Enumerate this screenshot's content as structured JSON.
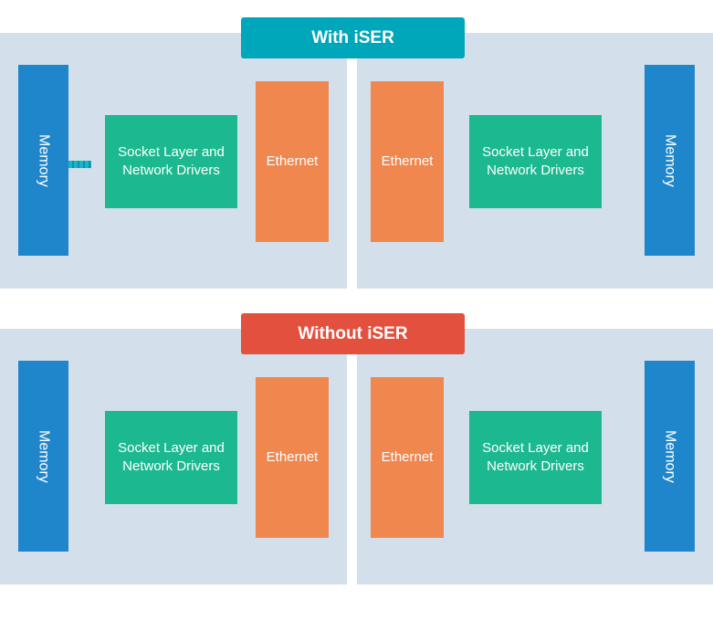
{
  "colors": {
    "panel": "#d3dfea",
    "memory": "#1f86cc",
    "socket": "#1cb88f",
    "ethernet": "#f0874f",
    "with_banner": "#00a6b9",
    "without_banner": "#e4503e",
    "connector": "#16b5c8"
  },
  "with_iser": {
    "title": "With iSER",
    "left": {
      "memory": "Memory",
      "socket": "Socket Layer and Network Drivers",
      "ethernet": "Ethernet"
    },
    "right": {
      "memory": "Memory",
      "socket": "Socket Layer and Network Drivers",
      "ethernet": "Ethernet"
    }
  },
  "without_iser": {
    "title": "Without iSER",
    "left": {
      "memory": "Memory",
      "socket": "Socket Layer and Network Drivers",
      "ethernet": "Ethernet"
    },
    "right": {
      "memory": "Memory",
      "socket": "Socket Layer and Network Drivers",
      "ethernet": "Ethernet"
    }
  }
}
